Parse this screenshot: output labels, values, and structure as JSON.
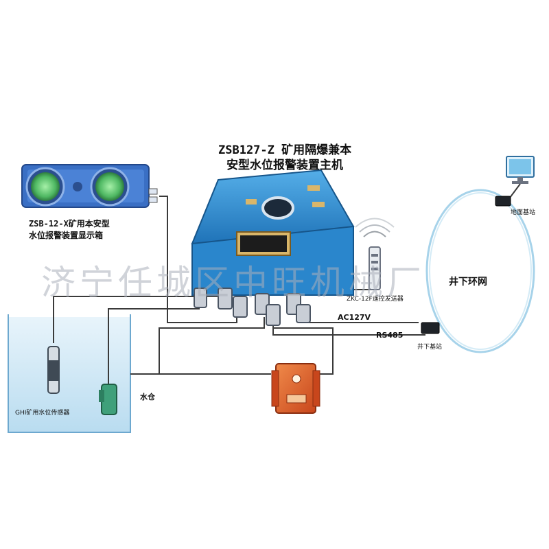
{
  "host": {
    "title_line1": "ZSB127-Z 矿用隔爆兼本",
    "title_line2": "安型水位报警装置主机"
  },
  "display_box": {
    "caption_line1": "ZSB-12-X矿用本安型",
    "caption_line2": "水位报警装置显示箱"
  },
  "sensor": {
    "caption": "GHI矿用水位传感器"
  },
  "water_tank": {
    "label": "水仓"
  },
  "remote_transmitter": {
    "label": "ZKC-12F遥控发送器"
  },
  "power": {
    "label": "AC127V"
  },
  "bus": {
    "label": "RS485"
  },
  "underground_station": {
    "label": "井下基站"
  },
  "surface_station": {
    "label": "地面基站"
  },
  "network": {
    "label": "井下环网"
  },
  "watermark": {
    "text": "济宁任城区中旺机械厂"
  },
  "colors": {
    "host_blue": "#2f8fd6",
    "display_blue": "#3a6fc4",
    "power_orange": "#e0602a",
    "water": "#cfe6f5",
    "lamp_green": "#59c06a",
    "ring": "#9ecfe6",
    "wire": "#3a3a3a"
  }
}
